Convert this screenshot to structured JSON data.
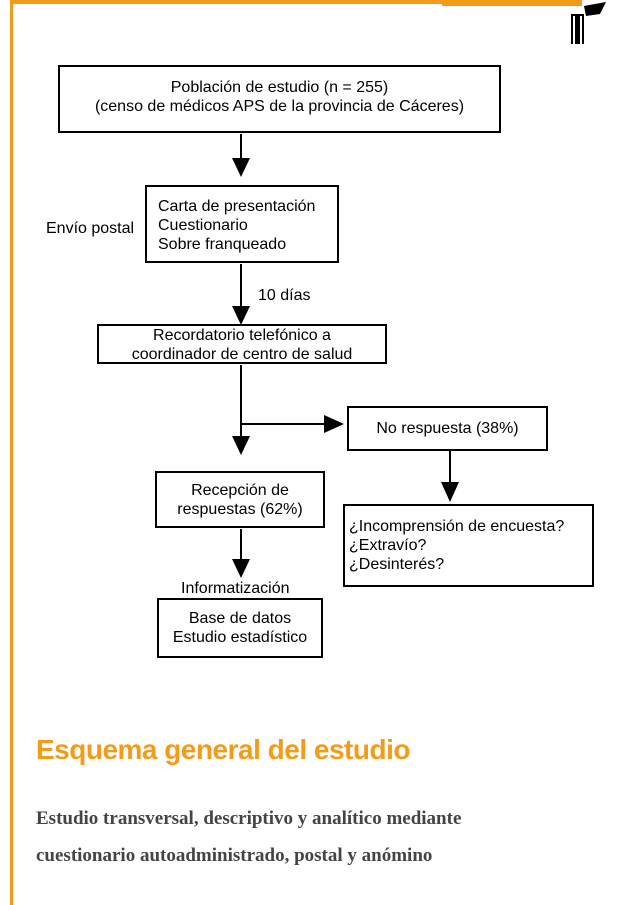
{
  "colors": {
    "accent": "#f39c1a",
    "text": "#000000",
    "subtitle_text": "#444444"
  },
  "diagram": {
    "population_box": [
      "Población de estudio (n = 255)",
      "(censo de médicos APS de la provincia de Cáceres)"
    ],
    "mailing_label": "Envío postal",
    "mailing_box": [
      "Carta de presentación",
      "Cuestionario",
      "Sobre franqueado"
    ],
    "wait_label": "10 días",
    "reminder_box": [
      "Recordatorio telefónico a",
      "coordinador de centro de salud"
    ],
    "no_response_box": [
      "No respuesta (38%)"
    ],
    "reception_box": [
      "Recepción de",
      "respuestas (62%)"
    ],
    "reasons_box": [
      "¿Incomprensión de encuesta?",
      "¿Extravío?",
      "¿Desinterés?"
    ],
    "computerization_label": "Informatización",
    "database_box": [
      "Base de datos",
      "Estudio estadístico"
    ]
  },
  "caption": {
    "title": "Esquema general del estudio",
    "subtitle": [
      "Estudio transversal, descriptivo y analítico mediante",
      "cuestionario autoadministrado, postal y anómino"
    ]
  }
}
